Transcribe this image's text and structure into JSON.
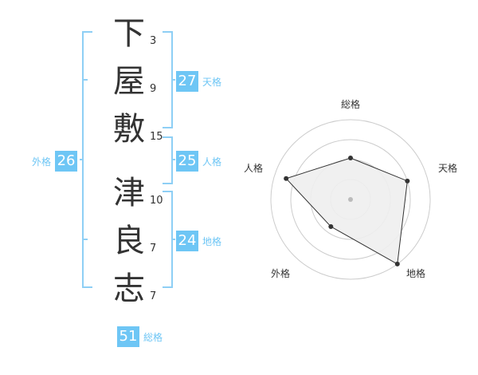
{
  "name_chars": [
    {
      "char": "下",
      "strokes": "3"
    },
    {
      "char": "屋",
      "strokes": "9"
    },
    {
      "char": "敷",
      "strokes": "15"
    },
    {
      "char": "津",
      "strokes": "10"
    },
    {
      "char": "良",
      "strokes": "7"
    },
    {
      "char": "志",
      "strokes": "7"
    }
  ],
  "fortunes": {
    "tenkaku": {
      "value": "27",
      "label": "天格"
    },
    "jinkaku": {
      "value": "25",
      "label": "人格"
    },
    "chikaku": {
      "value": "24",
      "label": "地格"
    },
    "gaikaku": {
      "value": "26",
      "label": "外格"
    },
    "soukaku": {
      "value": "51",
      "label": "総格"
    }
  },
  "radar": {
    "axes": [
      "総格",
      "天格",
      "地格",
      "外格",
      "人格"
    ],
    "levels": 4,
    "values": [
      0.52,
      0.75,
      1.0,
      0.42,
      0.85
    ],
    "colors": {
      "line": "#333333",
      "fill": "#eeeeee",
      "grid": "#cccccc",
      "center": "#bbbbbb"
    }
  },
  "colors": {
    "accent": "#6ec6f5"
  }
}
